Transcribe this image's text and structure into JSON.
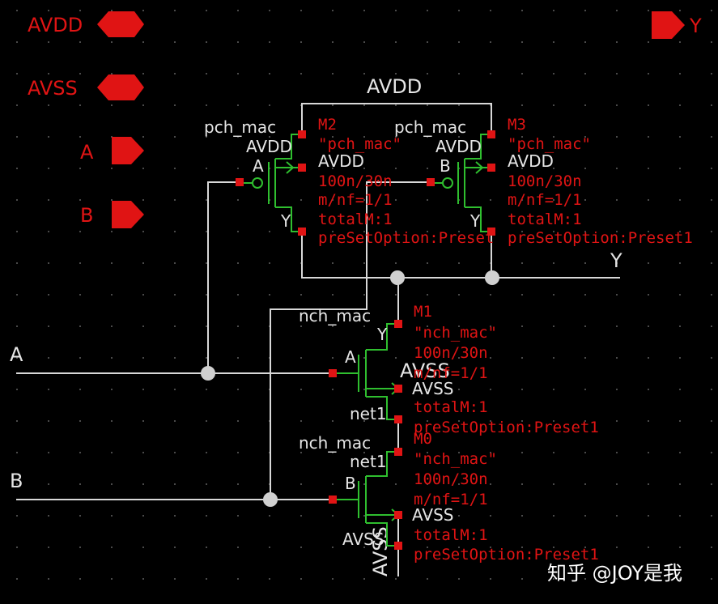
{
  "pins": [
    {
      "id": "avdd",
      "label": "AVDD",
      "direction": "inout"
    },
    {
      "id": "avss",
      "label": "AVSS",
      "direction": "inout"
    },
    {
      "id": "a",
      "label": "A",
      "direction": "input"
    },
    {
      "id": "b",
      "label": "B",
      "direction": "input"
    },
    {
      "id": "y",
      "label": "Y",
      "direction": "output"
    }
  ],
  "nets": {
    "avdd_top": "AVDD",
    "y_right": "Y",
    "a_left": "A",
    "b_left": "B",
    "avss_bottom": "AVSS"
  },
  "devices": [
    {
      "id": "M2",
      "name": "M2",
      "cell": "pch_mac",
      "model": "\"pch_mac\"",
      "size": "100n/30n",
      "mnf": "m/nf=1/1",
      "total": "totalM:1",
      "preset": "preSetOption:Preset",
      "terminals": {
        "source": "AVDD",
        "gate": "A",
        "drain": "Y",
        "bulk": "AVDD",
        "bulk_top": "AVDD"
      }
    },
    {
      "id": "M3",
      "name": "M3",
      "cell": "pch_mac",
      "model": "\"pch_mac\"",
      "size": "100n/30n",
      "mnf": "m/nf=1/1",
      "total": "totalM:1",
      "preset": "preSetOption:Preset1",
      "terminals": {
        "source": "AVDD",
        "gate": "B",
        "drain": "Y",
        "bulk": "AVDD",
        "bulk_top": "AVDD"
      }
    },
    {
      "id": "M1",
      "name": "M1",
      "cell": "nch_mac",
      "model": "\"nch_mac\"",
      "size": "100n/30n",
      "mnf": "m/nf=1/1",
      "total": "totalM:1",
      "preset": "preSetOption:Preset1",
      "terminals": {
        "drain": "Y",
        "gate": "A",
        "source": "net1",
        "bulk": "AVSS",
        "bulk_over": "AVSS"
      }
    },
    {
      "id": "M0",
      "name": "M0",
      "cell": "nch_mac",
      "model": "\"nch_mac\"",
      "size": "100n/30n",
      "mnf": "m/nf=1/1",
      "total": "totalM:1",
      "preset": "preSetOption:Preset1",
      "terminals": {
        "drain": "net1",
        "gate": "B",
        "source": "AVSS",
        "bulk": "AVSS",
        "source_vertical": "AVSS"
      }
    }
  ],
  "watermark": "知乎 @JOY是我",
  "colors": {
    "background": "#000000",
    "grid": "#4a4a4a",
    "wire": "#d8d8d8",
    "device": "#2fbf2f",
    "pin_red": "#e01414"
  }
}
